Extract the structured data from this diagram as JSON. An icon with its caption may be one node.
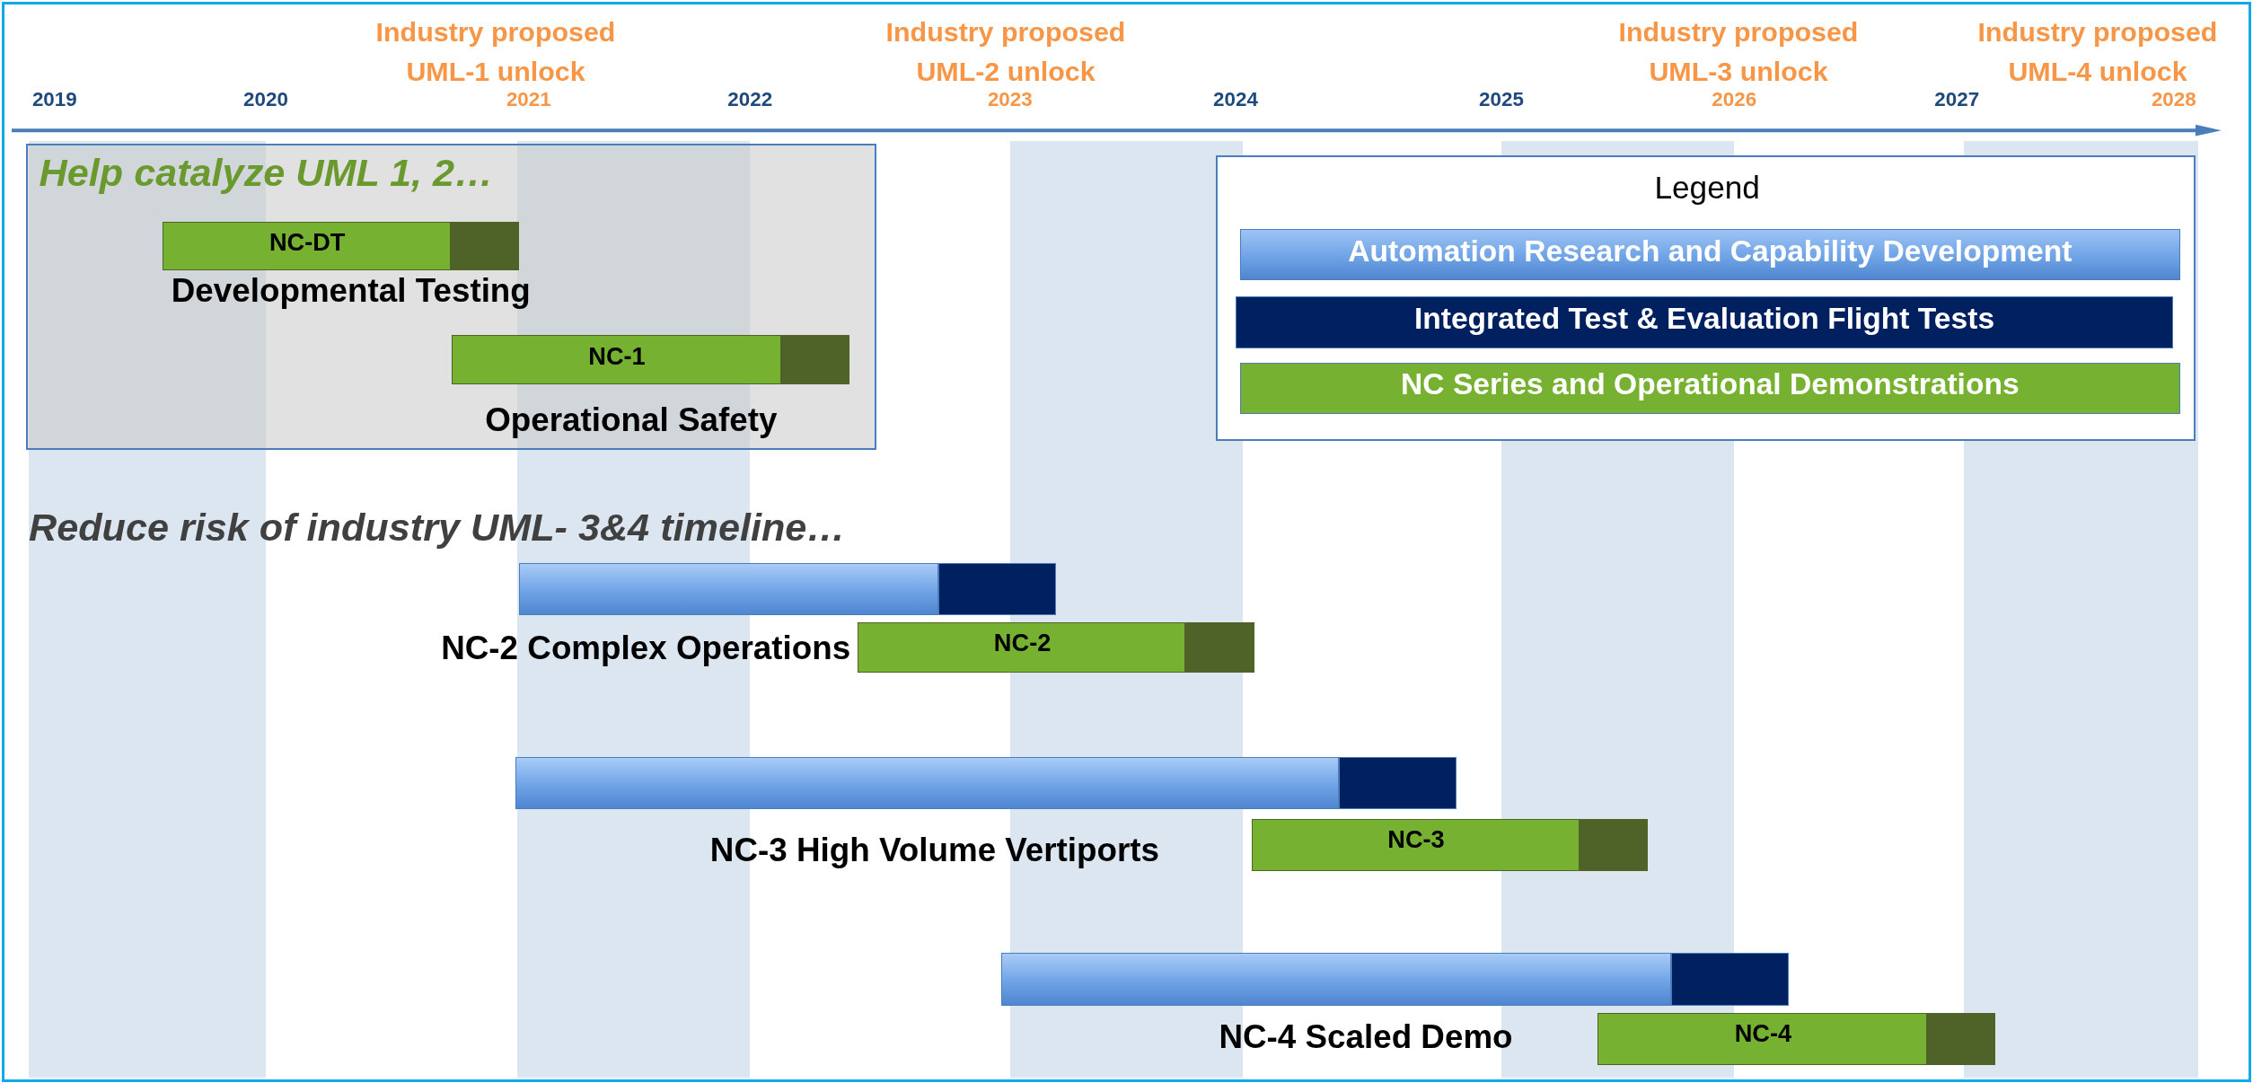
{
  "diagram": {
    "nodes": [
      {
        "text": [
          "Help catalyze UML 1, 2…"
        ]
      },
      {
        "text": [
          "NC-DT"
        ],
        "in": 0,
        "beside": [
          "Developmental Testing"
        ]
      },
      {
        "text": [
          "NC-1"
        ],
        "in": 0,
        "beside": [
          "Operational Safety"
        ]
      },
      {
        "text": [],
        "shape": "bar"
      },
      {
        "text": [],
        "shape": "bar"
      },
      {
        "text": [
          "NC-2"
        ],
        "beside": [
          "NC-2 Complex Operations"
        ]
      },
      {
        "text": [],
        "shape": "bar",
        "beside": [
          "NC-3 High Volume Vertiports"
        ]
      },
      {
        "text": [],
        "shape": "bar"
      },
      {
        "text": [
          "NC-3"
        ]
      },
      {
        "text": [],
        "shape": "bar",
        "beside": [
          "NC-4 Scaled Demo"
        ]
      },
      {
        "text": [],
        "shape": "bar"
      },
      {
        "text": [
          "NC-4"
        ]
      }
    ],
    "edges": [],
    "labels": [
      "Industry proposed UML-1 unlock",
      "Industry proposed UML-2 unlock",
      "Industry proposed UML-3 unlock",
      "Industry proposed UML-4 unlock",
      "2019",
      "2020",
      "2021",
      "2022",
      "2023",
      "2024",
      "2025",
      "2026",
      "2027",
      "2028",
      "Legend",
      "Reduce risk of industry UML- 3&4 timeline…"
    ],
    "legend": [
      {
        "text": "Automation Research and Capability Development",
        "color": "#6fa3e6"
      },
      {
        "text": "Integrated Test & Evaluation Flight Tests",
        "color": "#002060"
      },
      {
        "text": "NC Series and Operational Demonstrations",
        "color": "#76b131"
      }
    ]
  }
}
